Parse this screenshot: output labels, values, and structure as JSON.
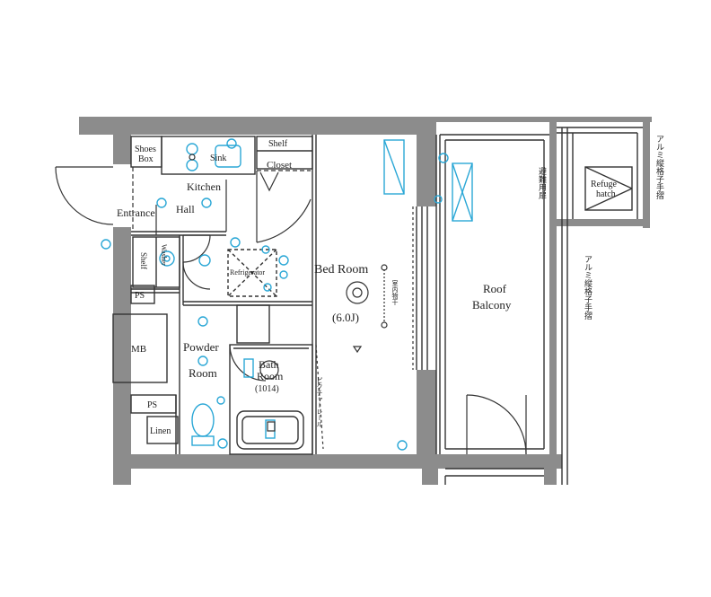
{
  "rooms": {
    "shoes_box_1": "Shoes",
    "shoes_box_2": "Box",
    "kitchen": "Kitchen",
    "sink": "Sink",
    "shelf_top": "Shelf",
    "closet": "Closet",
    "entrance": "Entrance",
    "hall": "Hall",
    "shelf_left": "Shelf",
    "washer": "Washer",
    "refrigerator": "Refrigerator",
    "ps_upper": "PS",
    "mb": "MB",
    "powder_room_1": "Powder",
    "powder_room_2": "Room",
    "ps_lower": "PS",
    "linen": "Linen",
    "bath_room_1": "Bath",
    "bath_room_2": "Room",
    "bath_size": "(1014)",
    "bed_room": "Bed Room",
    "bed_size": "(6.0J)",
    "roof_balcony_1": "Roof",
    "roof_balcony_2": "Balcony",
    "refuge_hatch_1": "Refuge",
    "refuge_hatch_2": "hatch"
  },
  "vertical_notes": {
    "evacuation_door": "避難用扉",
    "aluminum_rail_upper": "アルミ縦格子手摺",
    "aluminum_rail_lower": "アルミ縦格子手摺",
    "curtain_rail": "ピクチャーレール",
    "indoor_dryer": "室内物干"
  },
  "colors": {
    "wall": "#8c8c8c",
    "line": "#333333",
    "fixture": "#2aa7d6"
  }
}
